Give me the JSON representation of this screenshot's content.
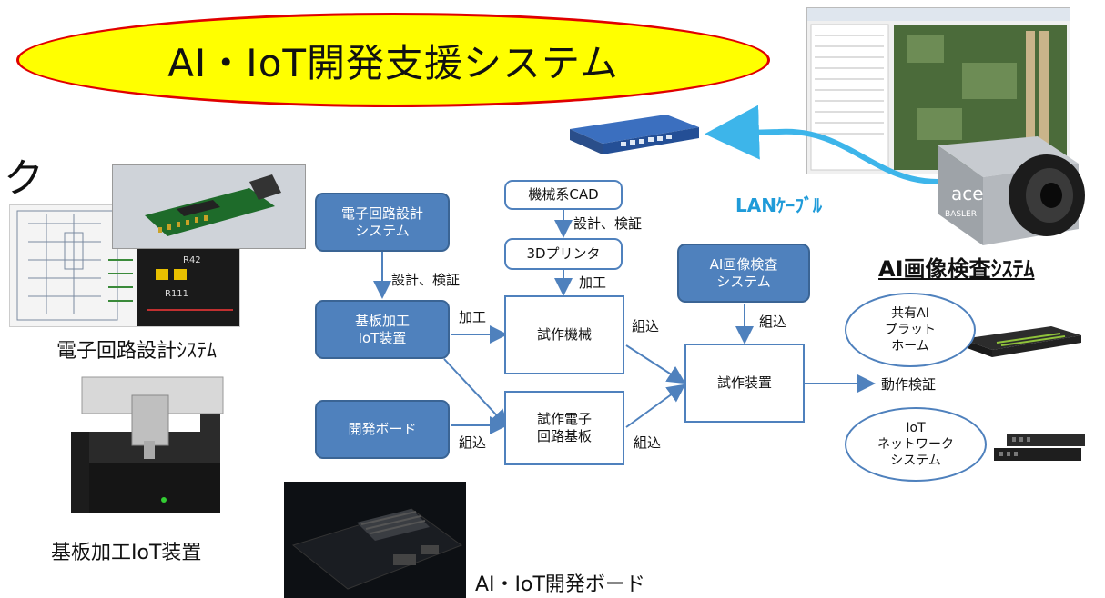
{
  "title": "AI・IoT開発支援システム",
  "left_partial": "ク",
  "nodes": {
    "circuit_design": "電子回路設計\nシステム",
    "board_processing": "基板加工\nIoT装置",
    "dev_board": "開発ボード",
    "mech_cad": "機械系CAD",
    "printer_3d": "3Dプリンタ",
    "proto_machine": "試作機械",
    "proto_circuit": "試作電子\n回路基板",
    "ai_inspection": "AI画像検査\nシステム",
    "proto_device": "試作装置"
  },
  "edge_labels": {
    "design_verify_1": "設計、検証",
    "design_verify_2": "設計、検証",
    "processing_1": "加工",
    "processing_2": "加工",
    "integrate_1": "組込",
    "integrate_2": "組込",
    "integrate_3": "組込",
    "integrate_4": "組込",
    "operation_check": "動作検証"
  },
  "right_ellipses": {
    "shared_ai_platform": "共有AI\nプラット\nホーム",
    "iot_network": "IoT\nネットワーク\nシステム"
  },
  "captions": {
    "circuit_design_system": "電子回路設計ｼｽﾃﾑ",
    "board_processing_iot": "基板加工IoT装置",
    "ai_iot_dev_board": "AI・IoT開発ボード",
    "ai_image_inspection": "AI画像検査ｼｽﾃﾑ",
    "lan_cable": "LANｹｰﾌﾞﾙ"
  },
  "camera_brand": {
    "ace": "ace",
    "basler": "BASLER"
  },
  "pcb_silkscreen": {
    "r42": "R42",
    "r111": "R111"
  },
  "colors": {
    "title_fill": "#ffff00",
    "title_border": "#e00000",
    "node_blue": "#4f81bd",
    "lan_label": "#1f9bd9",
    "lan_cable": "#3db5ea"
  }
}
